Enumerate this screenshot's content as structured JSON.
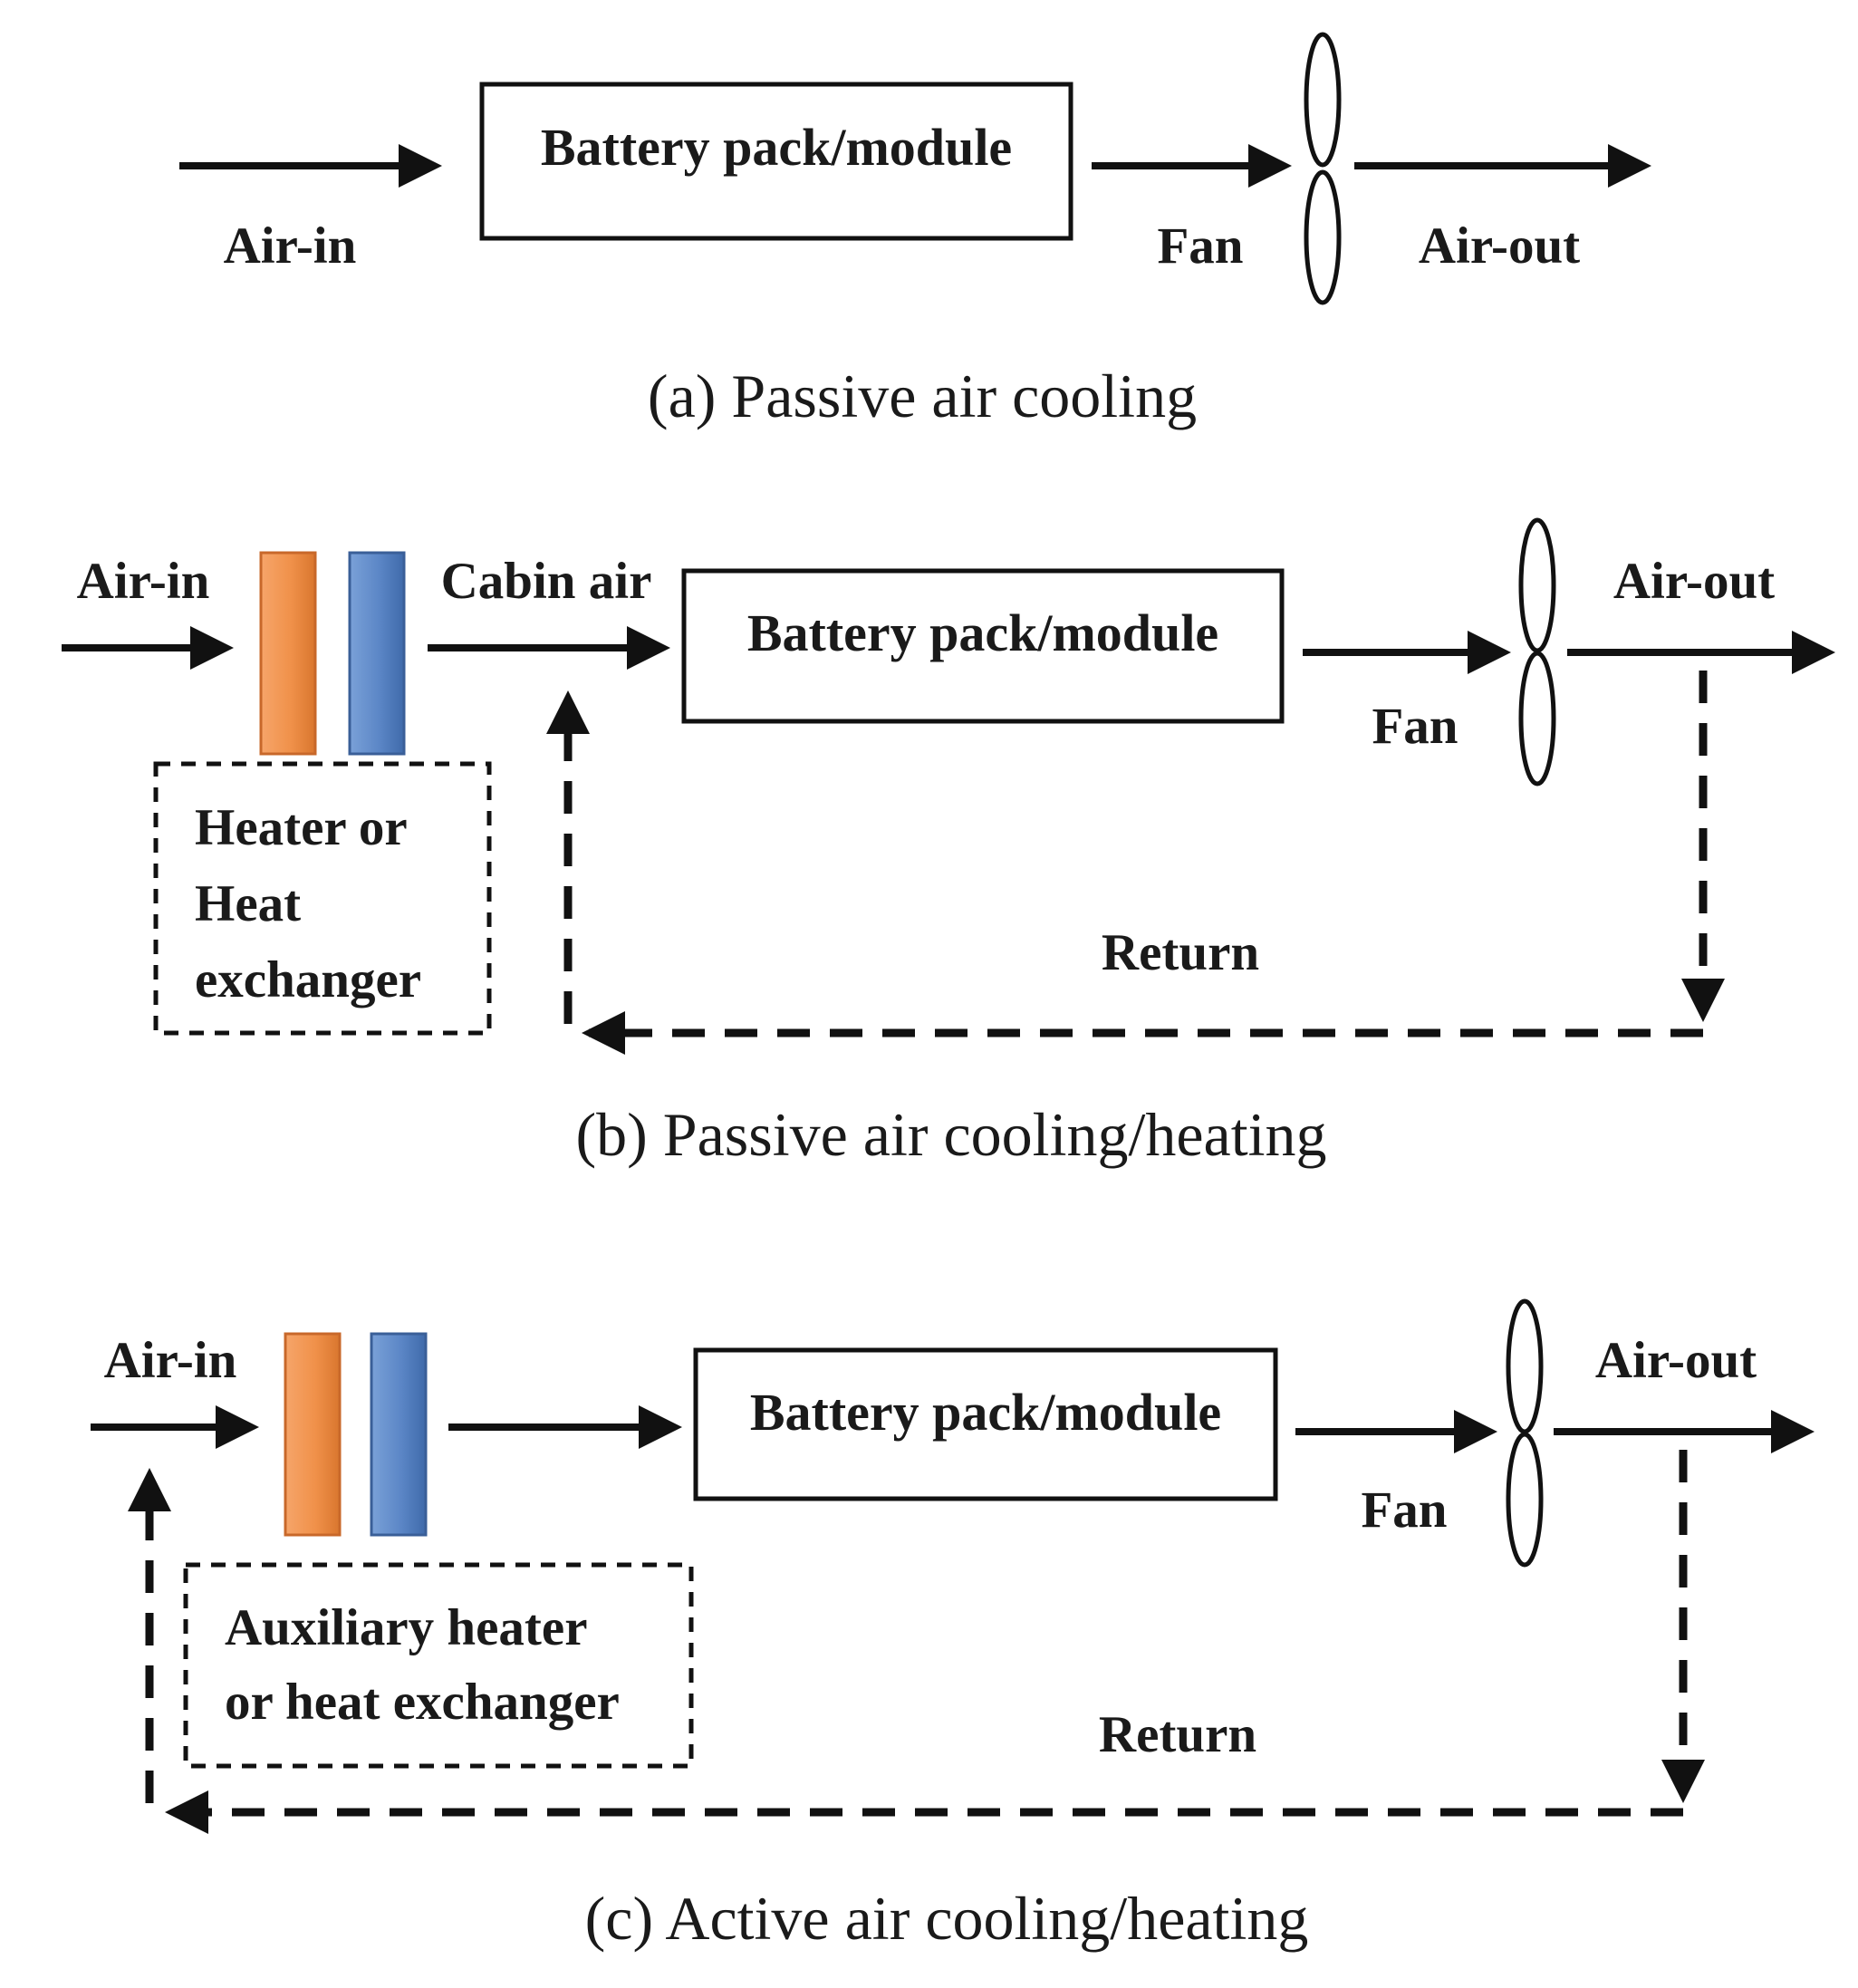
{
  "panel_a": {
    "air_in": "Air-in",
    "battery": "Battery pack/module",
    "fan": "Fan",
    "air_out": "Air-out",
    "caption": "(a) Passive air cooling"
  },
  "panel_b": {
    "air_in": "Air-in",
    "cabin_air": "Cabin air",
    "battery": "Battery pack/module",
    "fan": "Fan",
    "air_out": "Air-out",
    "heater_line1": "Heater or",
    "heater_line2": "Heat",
    "heater_line3": "exchanger",
    "return": "Return",
    "caption": "(b) Passive air cooling/heating"
  },
  "panel_c": {
    "air_in": "Air-in",
    "battery": "Battery pack/module",
    "fan": "Fan",
    "air_out": "Air-out",
    "aux_line1": "Auxiliary heater",
    "aux_line2": "or heat exchanger",
    "return": "Return",
    "caption": "(c) Active air cooling/heating"
  },
  "colors": {
    "heater": "#f0914a",
    "exchanger": "#5b86c6",
    "line": "#111111"
  }
}
